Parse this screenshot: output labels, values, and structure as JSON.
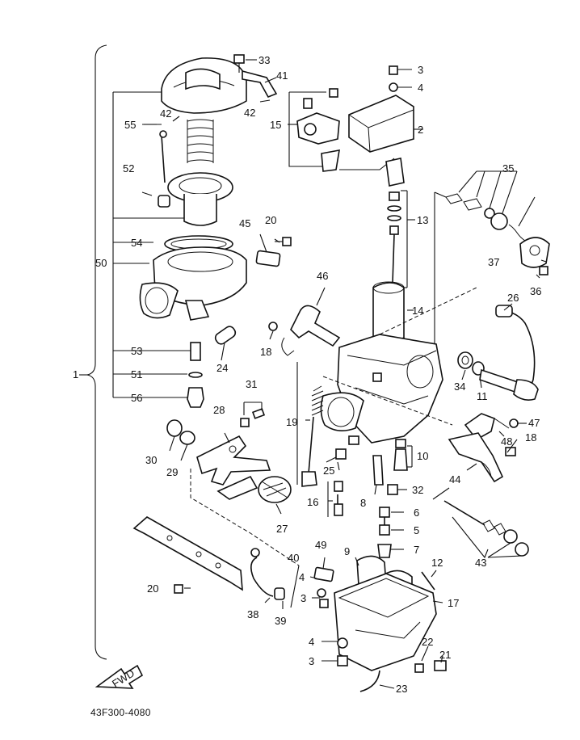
{
  "drawing_code": "43F300-4080",
  "fwd_label": "FWD",
  "callouts": [
    {
      "id": "c33",
      "text": "33"
    },
    {
      "id": "c41",
      "text": "41"
    },
    {
      "id": "c42a",
      "text": "42"
    },
    {
      "id": "c42b",
      "text": "42"
    },
    {
      "id": "c55",
      "text": "55"
    },
    {
      "id": "c52",
      "text": "52"
    },
    {
      "id": "c15",
      "text": "15"
    },
    {
      "id": "c3a",
      "text": "3"
    },
    {
      "id": "c4a",
      "text": "4"
    },
    {
      "id": "c2",
      "text": "2"
    },
    {
      "id": "c35",
      "text": "35"
    },
    {
      "id": "c13",
      "text": "13"
    },
    {
      "id": "c45",
      "text": "45"
    },
    {
      "id": "c20a",
      "text": "20"
    },
    {
      "id": "c54",
      "text": "54"
    },
    {
      "id": "c50",
      "text": "50"
    },
    {
      "id": "c37",
      "text": "37"
    },
    {
      "id": "c36",
      "text": "36"
    },
    {
      "id": "c46",
      "text": "46"
    },
    {
      "id": "c14",
      "text": "14"
    },
    {
      "id": "c26",
      "text": "26"
    },
    {
      "id": "c18a",
      "text": "18"
    },
    {
      "id": "c53",
      "text": "53"
    },
    {
      "id": "c24",
      "text": "24"
    },
    {
      "id": "c1",
      "text": "1"
    },
    {
      "id": "c51",
      "text": "51"
    },
    {
      "id": "c34",
      "text": "34"
    },
    {
      "id": "c11",
      "text": "11"
    },
    {
      "id": "c31",
      "text": "31"
    },
    {
      "id": "c56",
      "text": "56"
    },
    {
      "id": "c19",
      "text": "19"
    },
    {
      "id": "c28",
      "text": "28"
    },
    {
      "id": "c47",
      "text": "47"
    },
    {
      "id": "c48",
      "text": "48"
    },
    {
      "id": "c18b",
      "text": "18"
    },
    {
      "id": "c30",
      "text": "30"
    },
    {
      "id": "c29",
      "text": "29"
    },
    {
      "id": "c10",
      "text": "10"
    },
    {
      "id": "c25",
      "text": "25"
    },
    {
      "id": "c44",
      "text": "44"
    },
    {
      "id": "c16",
      "text": "16"
    },
    {
      "id": "c8",
      "text": "8"
    },
    {
      "id": "c32",
      "text": "32"
    },
    {
      "id": "c27",
      "text": "27"
    },
    {
      "id": "c6",
      "text": "6"
    },
    {
      "id": "c5",
      "text": "5"
    },
    {
      "id": "c7",
      "text": "7"
    },
    {
      "id": "c43",
      "text": "43"
    },
    {
      "id": "c49",
      "text": "49"
    },
    {
      "id": "c9",
      "text": "9"
    },
    {
      "id": "c40",
      "text": "40"
    },
    {
      "id": "c12",
      "text": "12"
    },
    {
      "id": "c20b",
      "text": "20"
    },
    {
      "id": "c4b",
      "text": "4"
    },
    {
      "id": "c17",
      "text": "17"
    },
    {
      "id": "c3b",
      "text": "3"
    },
    {
      "id": "c38",
      "text": "38"
    },
    {
      "id": "c39",
      "text": "39"
    },
    {
      "id": "c4c",
      "text": "4"
    },
    {
      "id": "c22",
      "text": "22"
    },
    {
      "id": "c21",
      "text": "21"
    },
    {
      "id": "c3c",
      "text": "3"
    },
    {
      "id": "c23",
      "text": "23"
    }
  ]
}
